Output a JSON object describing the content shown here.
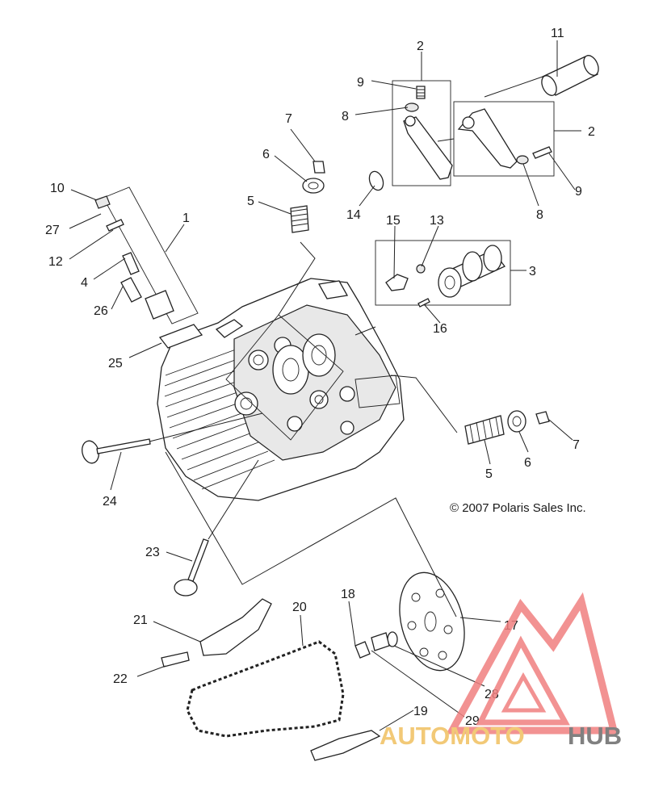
{
  "diagram": {
    "copyright": "© 2007 Polaris Sales Inc.",
    "callouts": [
      {
        "id": "c11",
        "label": "11"
      },
      {
        "id": "c2a",
        "label": "2"
      },
      {
        "id": "c9a",
        "label": "9"
      },
      {
        "id": "c8a",
        "label": "8"
      },
      {
        "id": "c2b",
        "label": "2"
      },
      {
        "id": "c7a",
        "label": "7"
      },
      {
        "id": "c6a",
        "label": "6"
      },
      {
        "id": "c5a",
        "label": "5"
      },
      {
        "id": "c14",
        "label": "14"
      },
      {
        "id": "c8b",
        "label": "8"
      },
      {
        "id": "c9b",
        "label": "9"
      },
      {
        "id": "c10",
        "label": "10"
      },
      {
        "id": "c1",
        "label": "1"
      },
      {
        "id": "c27",
        "label": "27"
      },
      {
        "id": "c12",
        "label": "12"
      },
      {
        "id": "c4",
        "label": "4"
      },
      {
        "id": "c26",
        "label": "26"
      },
      {
        "id": "c25",
        "label": "25"
      },
      {
        "id": "c15",
        "label": "15"
      },
      {
        "id": "c13",
        "label": "13"
      },
      {
        "id": "c3",
        "label": "3"
      },
      {
        "id": "c16",
        "label": "16"
      },
      {
        "id": "c7b",
        "label": "7"
      },
      {
        "id": "c5b",
        "label": "5"
      },
      {
        "id": "c6b",
        "label": "6"
      },
      {
        "id": "c24",
        "label": "24"
      },
      {
        "id": "c23",
        "label": "23"
      },
      {
        "id": "c18",
        "label": "18"
      },
      {
        "id": "c20",
        "label": "20"
      },
      {
        "id": "c21",
        "label": "21"
      },
      {
        "id": "c17",
        "label": "17"
      },
      {
        "id": "c22",
        "label": "22"
      },
      {
        "id": "c28",
        "label": "28"
      },
      {
        "id": "c29",
        "label": "29"
      },
      {
        "id": "c19",
        "label": "19"
      }
    ]
  },
  "watermark": {
    "part1": "AUTOMOTO",
    "part2": "HUB",
    "colors": {
      "triangle": "#f08080",
      "text_part1": "#f0c060",
      "text_part2": "#6a6a6a"
    }
  }
}
